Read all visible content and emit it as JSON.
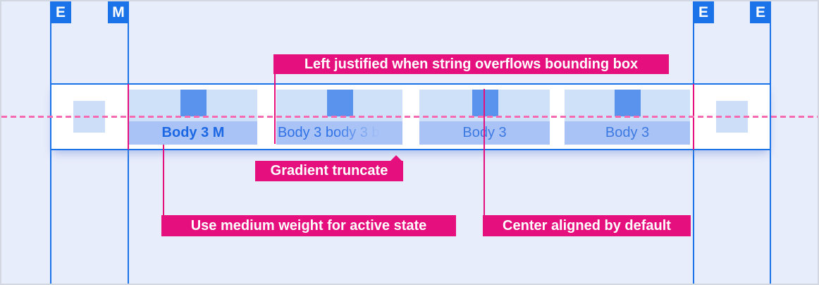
{
  "markers": [
    "E",
    "M",
    "E",
    "E"
  ],
  "tabs": [
    {
      "label": "Body 3 M",
      "state": "active",
      "weight": "medium",
      "alignment": "center"
    },
    {
      "label": "Body 3 body 3 b",
      "state": "default",
      "truncation": "gradient",
      "alignment": "left"
    },
    {
      "label": "Body 3",
      "state": "default",
      "alignment": "center"
    },
    {
      "label": "Body 3",
      "state": "default",
      "alignment": "center"
    }
  ],
  "annotations": {
    "left_justified": "Left justified when string overflows bounding box",
    "gradient_truncate": "Gradient truncate",
    "medium_weight": "Use medium weight for active state",
    "center_aligned": "Center aligned by default"
  },
  "colors": {
    "background": "#e8edfb",
    "guide_blue": "#1a73e8",
    "annotation_magenta": "#e50f7e",
    "baseline_pink": "#f56ab1",
    "tab_hit_area": "#cfe0f9",
    "tab_label_bg": "#a9c3f6",
    "center_square_blue": "#5a93ee",
    "side_square_blue": "#cddef8",
    "active_text": "#1c67e3",
    "default_text": "#3d79e2"
  }
}
